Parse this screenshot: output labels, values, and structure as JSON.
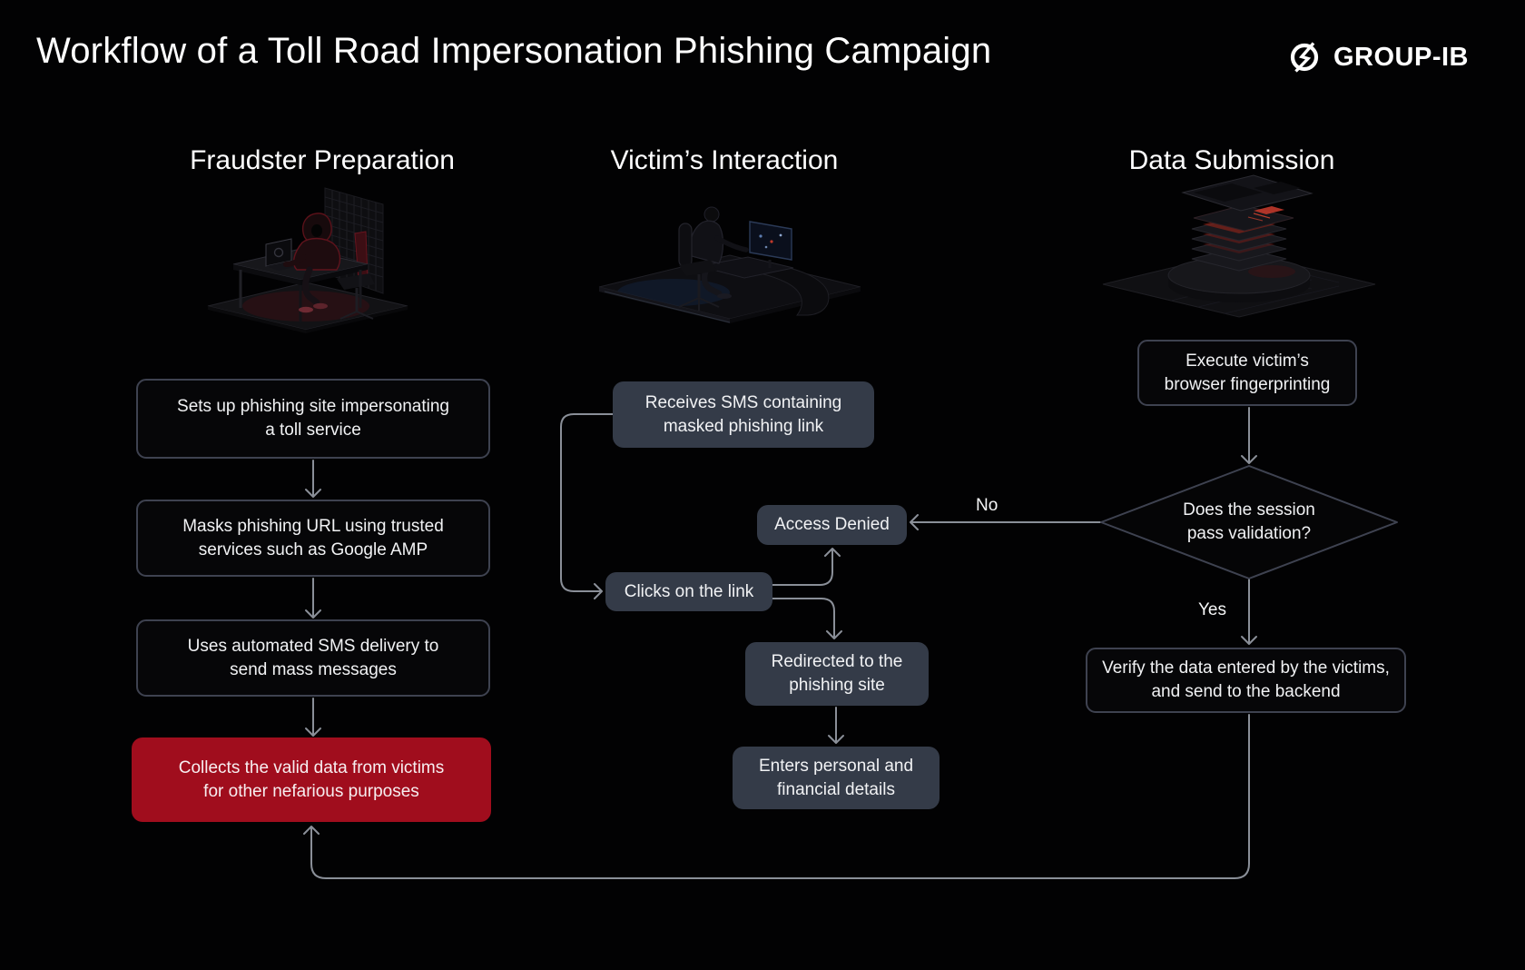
{
  "title": "Workflow of a Toll Road Impersonation Phishing Campaign",
  "brand": {
    "name": "GROUP-IB",
    "icon": "group-ib-ring-icon"
  },
  "columns": [
    {
      "header": "Fraudster Preparation",
      "illustration": "hooded-fraudster-at-laptop"
    },
    {
      "header": "Victim’s Interaction",
      "illustration": "victim-at-desk-computer"
    },
    {
      "header": "Data Submission",
      "illustration": "server-stack-on-platform"
    }
  ],
  "nodes": {
    "fraudster": [
      {
        "label": "Sets up phishing site impersonating a toll service",
        "style": "outlined"
      },
      {
        "label": "Masks phishing URL using trusted services such as Google AMP",
        "style": "outlined"
      },
      {
        "label": "Uses automated SMS delivery to send mass messages",
        "style": "outlined"
      },
      {
        "label": "Collects the valid data from victims for other nefarious purposes",
        "style": "red-filled"
      }
    ],
    "victim": [
      {
        "label": "Receives SMS containing masked phishing link",
        "style": "slate-filled"
      },
      {
        "label": "Access Denied",
        "style": "slate-filled"
      },
      {
        "label": "Clicks on the link",
        "style": "slate-filled"
      },
      {
        "label": "Redirected to the phishing site",
        "style": "slate-filled"
      },
      {
        "label": "Enters personal and financial details",
        "style": "slate-filled"
      }
    ],
    "data_submission": [
      {
        "label": "Execute victim’s browser fingerprinting",
        "style": "outlined"
      },
      {
        "label": "Verify the data entered by the victims, and send to the backend",
        "style": "outlined"
      }
    ],
    "decision": {
      "label": "Does the session pass validation?",
      "yes_label": "Yes",
      "no_label": "No"
    }
  },
  "colors": {
    "background": "#020203",
    "accent_red": "#a00d1d",
    "slate_node_fill": "#343b48",
    "outlined_node_border": "#3e4250",
    "connector_gray": "#8a8f98",
    "text": "#f2f3f5"
  }
}
